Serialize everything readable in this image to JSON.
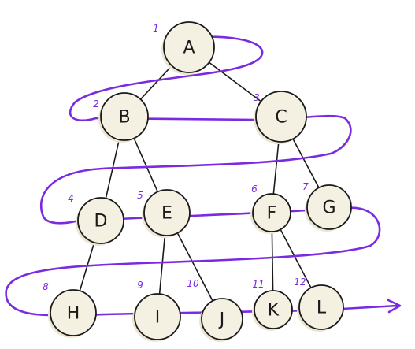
{
  "colors": {
    "node_fill": "#f4f0e2",
    "node_stroke": "#1a1a1a",
    "edge": "#1a1a1a",
    "traversal": "#7a2be2"
  },
  "nodes": [
    {
      "id": "A",
      "label": "A",
      "order": "1"
    },
    {
      "id": "B",
      "label": "B",
      "order": "2"
    },
    {
      "id": "C",
      "label": "C",
      "order": "3"
    },
    {
      "id": "D",
      "label": "D",
      "order": "4"
    },
    {
      "id": "E",
      "label": "E",
      "order": "5"
    },
    {
      "id": "F",
      "label": "F",
      "order": "6"
    },
    {
      "id": "G",
      "label": "G",
      "order": "7"
    },
    {
      "id": "H",
      "label": "H",
      "order": "8"
    },
    {
      "id": "I",
      "label": "I",
      "order": "9"
    },
    {
      "id": "J",
      "label": "J",
      "order": "10"
    },
    {
      "id": "K",
      "label": "K",
      "order": "11"
    },
    {
      "id": "L",
      "label": "L",
      "order": "12"
    }
  ],
  "edges": [
    [
      "A",
      "B"
    ],
    [
      "A",
      "C"
    ],
    [
      "B",
      "D"
    ],
    [
      "B",
      "E"
    ],
    [
      "C",
      "F"
    ],
    [
      "C",
      "G"
    ],
    [
      "D",
      "H"
    ],
    [
      "E",
      "I"
    ],
    [
      "E",
      "J"
    ],
    [
      "F",
      "K"
    ],
    [
      "F",
      "L"
    ]
  ]
}
